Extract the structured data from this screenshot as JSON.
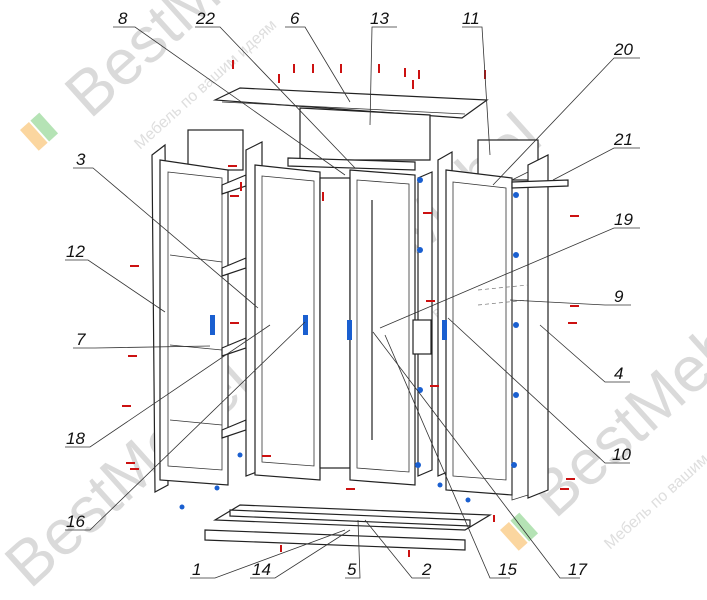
{
  "labels": {
    "l8": "8",
    "l22": "22",
    "l6": "6",
    "l13": "13",
    "l11": "11",
    "l20": "20",
    "l3": "3",
    "l21": "21",
    "l19": "19",
    "l12": "12",
    "l9": "9",
    "l7": "7",
    "l4": "4",
    "l18": "18",
    "l10": "10",
    "l16": "16",
    "l1": "1",
    "l14": "14",
    "l5": "5",
    "l2": "2",
    "l15": "15",
    "l17": "17"
  },
  "watermark": {
    "brand": "BestMebel",
    "tagline": "Мебель по вашим идеям"
  },
  "colors": {
    "line": "#222222",
    "fastener_red": "#cc1111",
    "fastener_blue": "#1a5fd0",
    "wm_orange": "#f7a42a",
    "wm_green": "#5cc05a",
    "wm_gray": "#bdbdbd"
  }
}
